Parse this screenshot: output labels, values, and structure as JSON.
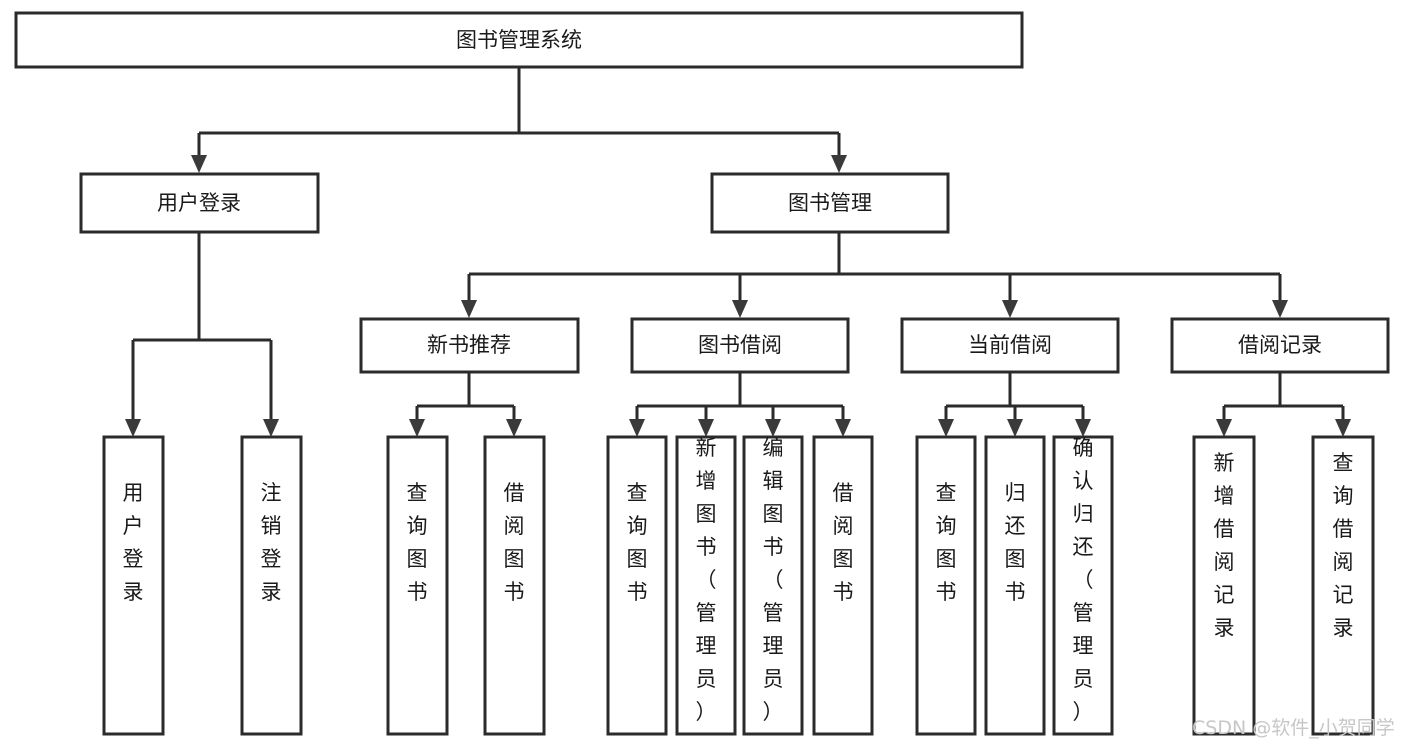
{
  "diagram": {
    "title": "图书管理系统",
    "type": "tree-hierarchy",
    "root": {
      "label": "图书管理系统"
    },
    "level2": [
      {
        "label": "用户登录"
      },
      {
        "label": "图书管理"
      }
    ],
    "level3": [
      {
        "label": "新书推荐"
      },
      {
        "label": "图书借阅"
      },
      {
        "label": "当前借阅"
      },
      {
        "label": "借阅记录"
      }
    ],
    "leaves": {
      "user_login": [
        {
          "label": "用户登录"
        },
        {
          "label": "注销登录"
        }
      ],
      "new_book_recommend": [
        {
          "label": "查询图书"
        },
        {
          "label": "借阅图书"
        }
      ],
      "book_borrow": [
        {
          "label": "查询图书"
        },
        {
          "label": "新增图书（管理员）"
        },
        {
          "label": "编辑图书（管理员）"
        },
        {
          "label": "借阅图书"
        }
      ],
      "current_borrow": [
        {
          "label": "查询图书"
        },
        {
          "label": "归还图书"
        },
        {
          "label": "确认归还（管理员）"
        }
      ],
      "borrow_record": [
        {
          "label": "新增借阅记录"
        },
        {
          "label": "查询借阅记录"
        }
      ]
    }
  },
  "watermark": {
    "text": "CSDN @软件_小贺同学"
  },
  "colors": {
    "box_stroke": "#2b2b2b",
    "box_fill": "#ffffff",
    "text": "#1a1a1a",
    "connector": "#2b2b2b",
    "watermark": "#c7c7c7",
    "background": "#ffffff"
  }
}
